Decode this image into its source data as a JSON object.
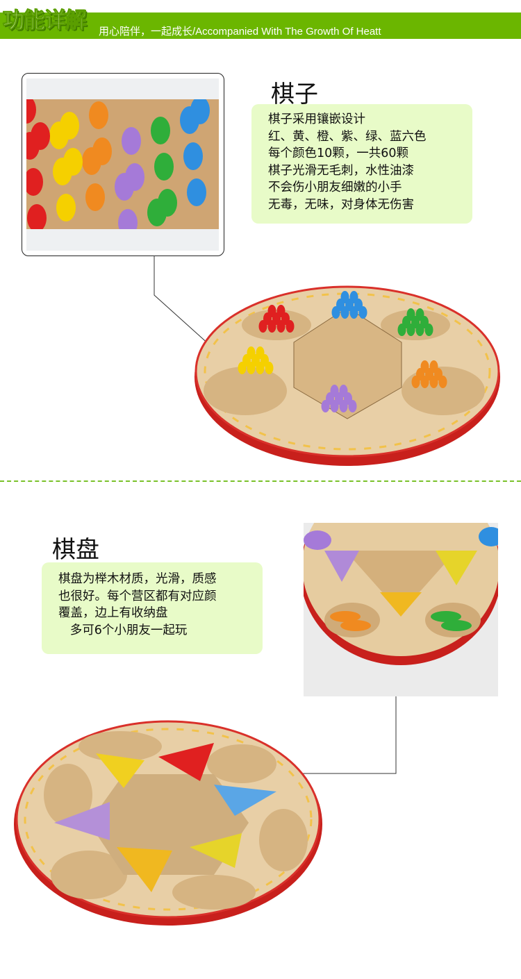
{
  "header": {
    "title": "功能详解",
    "subtitle": "用心陪伴，一起成长/Accompanied With The Growth Of Heatt"
  },
  "section_pieces": {
    "heading": "棋子",
    "lines": [
      "棋子采用镶嵌设计",
      "红、黄、橙、紫、绿、蓝六色",
      "每个颜色10颗，一共60颗",
      "棋子光滑无毛刺，水性油漆",
      "不会伤小朋友细嫩的小手",
      "无毒，无味，对身体无伤害"
    ]
  },
  "section_board": {
    "heading": "棋盘",
    "lines": [
      "棋盘为榉木材质，光滑，质感",
      "也很好。每个营区都有对应颜",
      "覆盖，边上有收纳盘",
      "   多可6个小朋友一起玩"
    ]
  },
  "colors": {
    "accent_green": "#6bb600",
    "box_bg": "#e8fbc8",
    "rim_red": "#d9302a",
    "wood": "#e3c79b",
    "pieces": [
      "#e02020",
      "#f5d000",
      "#f08a20",
      "#a57ad8",
      "#2fae3a",
      "#2f8fe0"
    ]
  }
}
